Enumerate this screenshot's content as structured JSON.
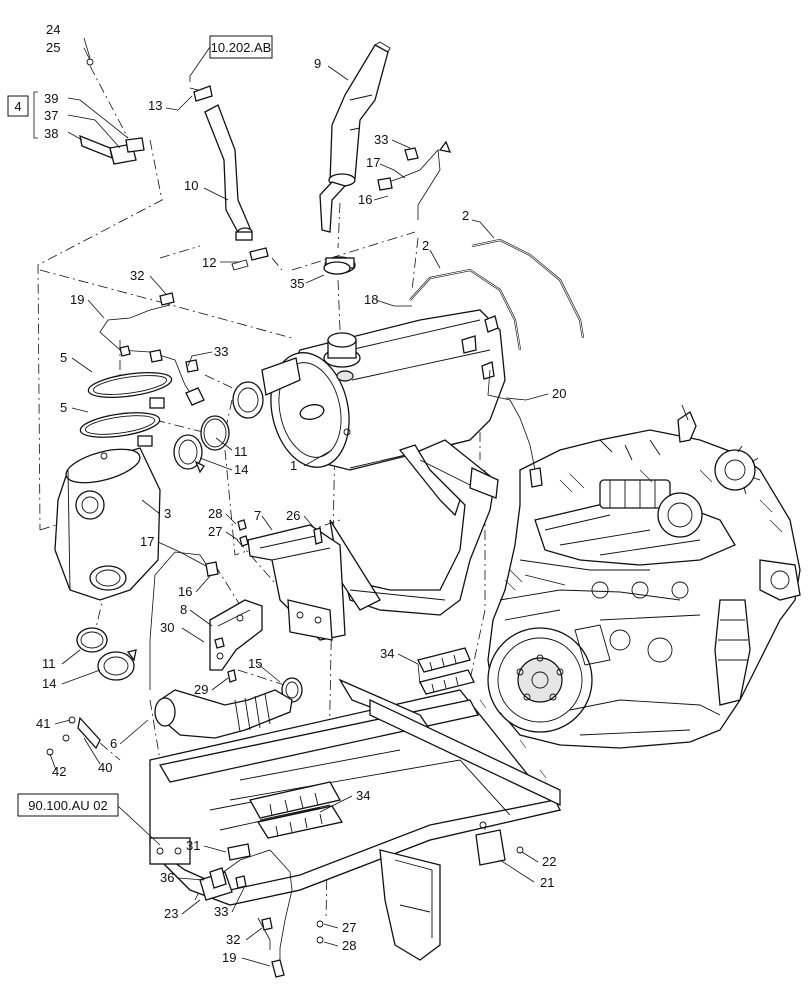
{
  "refs": {
    "ref_top": "10.202.AB",
    "ref_bottom": "90.100.AU 02",
    "kit_box": "4"
  },
  "callouts": {
    "c24": "24",
    "c25": "25",
    "c39": "39",
    "c37": "37",
    "c38": "38",
    "c13": "13",
    "c10": "10",
    "c12": "12",
    "c9": "9",
    "c33a": "33",
    "c17a": "17",
    "c16a": "16",
    "c2a": "2",
    "c2b": "2",
    "c35": "35",
    "c32a": "32",
    "c19a": "19",
    "c18": "18",
    "c5a": "5",
    "c33b": "33",
    "c5b": "5",
    "c11a": "11",
    "c14a": "14",
    "c1": "1",
    "c20": "20",
    "c3": "3",
    "c28a": "28",
    "c27a": "27",
    "c7": "7",
    "c26": "26",
    "c17b": "17",
    "c16b": "16",
    "c8": "8",
    "c30": "30",
    "c11b": "11",
    "c14b": "14",
    "c15": "15",
    "c29": "29",
    "c34a": "34",
    "c41": "41",
    "c6": "6",
    "c42": "42",
    "c40": "40",
    "c34b": "34",
    "c31": "31",
    "c36": "36",
    "c22": "22",
    "c21": "21",
    "c23": "23",
    "c33c": "33",
    "c27b": "27",
    "c32b": "32",
    "c28b": "28",
    "c19b": "19"
  }
}
